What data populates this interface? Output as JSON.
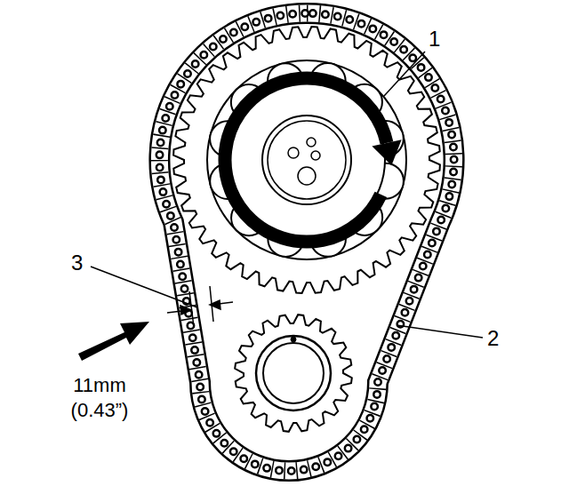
{
  "diagram": {
    "labels": [
      "1",
      "2",
      "3",
      "11mm (0.43”)"
    ]
  }
}
